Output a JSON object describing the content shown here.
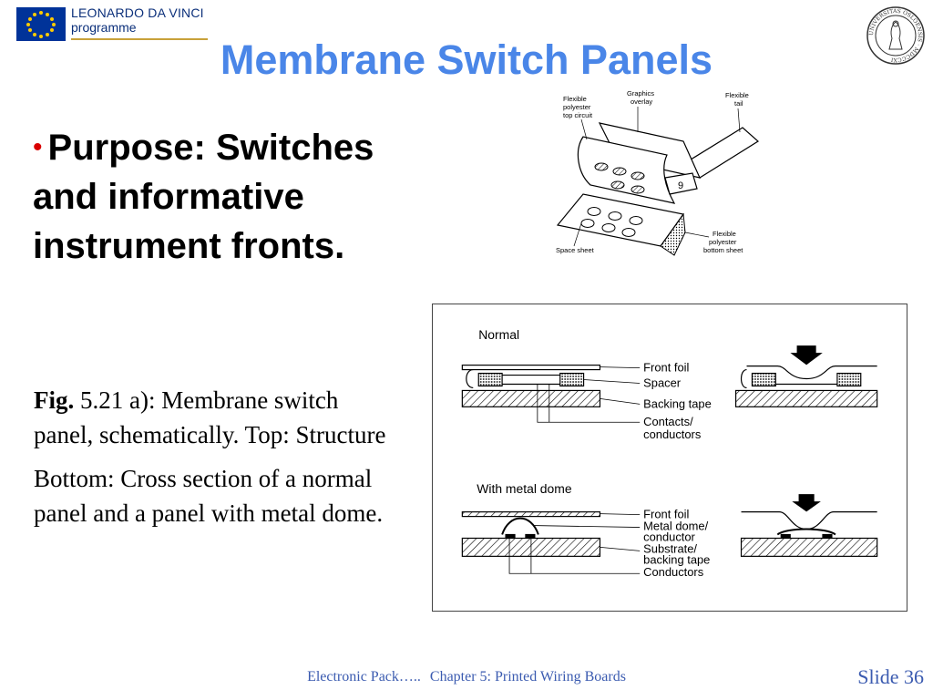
{
  "header": {
    "logo_line1": "LEONARDO DA VINCI",
    "logo_line2": "programme",
    "seal_text": "UNIVERSITAS OSLOENSIS · MDCCCXI"
  },
  "title": "Membrane Switch Panels",
  "purpose": {
    "bullet": "•",
    "text": "Purpose: Switches and informative instrument fronts."
  },
  "caption": {
    "fig_label": "Fig.",
    "fig_text": " 5.21 a): Membrane switch panel, schematically. Top: Structure",
    "bottom_text": "Bottom: Cross section of a normal panel and a panel with metal dome."
  },
  "figure_top": {
    "labels": {
      "top_circuit": [
        "Flexible",
        "polyester",
        "top circuit"
      ],
      "graphics": [
        "Graphics",
        "overlay"
      ],
      "tail": [
        "Flexible",
        "tail"
      ],
      "space": "Space sheet",
      "bottom_sheet": [
        "Flexible",
        "polyester",
        "bottom sheet"
      ],
      "key_digit": "9"
    }
  },
  "figure_bottom": {
    "normal_heading": "Normal",
    "normal_labels": [
      "Front foil",
      "Spacer",
      "Backing tape",
      "Contacts/",
      "conductors"
    ],
    "dome_heading": "With metal dome",
    "dome_labels": [
      "Front foil",
      "Metal dome/",
      "conductor",
      "Substrate/",
      "backing tape",
      "Conductors"
    ]
  },
  "footer": {
    "course": "Electronic Pack…..",
    "chapter": "Chapter 5: Printed Wiring Boards",
    "slide": "Slide 36"
  },
  "colors": {
    "title": "#4a86e8",
    "bullet": "#d90000",
    "footer": "#3b5bb0",
    "eu_blue": "#003399",
    "eu_gold": "#ffcc00"
  }
}
